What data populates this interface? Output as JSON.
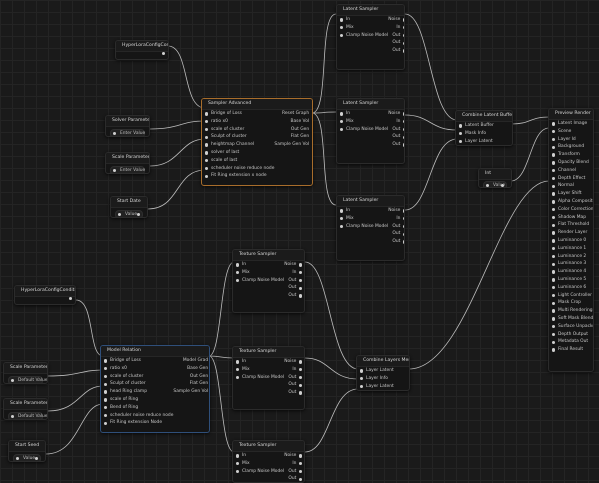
{
  "nodes": {
    "hyperlora_top": {
      "title": "HyperLoraConfigCondition"
    },
    "solver_top": {
      "title": "Solver Parameter",
      "widget": "Enter Value"
    },
    "scale_top": {
      "title": "Scale Parameter",
      "widget": "Enter Value"
    },
    "start_top": {
      "title": "Start Date",
      "widget": "Value"
    },
    "sampler_main": {
      "title": "Sampler Advanced",
      "inputs_left": [
        "Bridge of Loss",
        "ratio x0",
        "scale of cluster",
        "Sculpt of cluster",
        "heightmap Channel",
        "solver of last",
        "scale of last",
        "scheduler noise reduce node",
        "Fit Ring extension x node"
      ],
      "outputs_right": [
        "Reset Graph",
        "Base Vol",
        "Out Gen",
        "Flat Gen",
        "Sample Gen Vol"
      ]
    },
    "ks1": {
      "title": "Latent Sampler",
      "inputs": [
        "In",
        "Mix",
        "Clamp Noise Model"
      ],
      "outputs": [
        "Noise",
        "In",
        "Out",
        "Out",
        "Out"
      ]
    },
    "ks2": {
      "title": "Latent Sampler",
      "inputs": [
        "In",
        "Mix",
        "Clamp Noise Model"
      ],
      "outputs": [
        "Noise",
        "In",
        "Out",
        "Out",
        "Out"
      ]
    },
    "ks3": {
      "title": "Latent Sampler",
      "inputs": [
        "In",
        "Mix",
        "Clamp Noise Model"
      ],
      "outputs": [
        "Noise",
        "In",
        "Out",
        "Out",
        "Out"
      ]
    },
    "combine_top": {
      "title": "Combine Latent Buffer",
      "inputs": [
        "Latent Buffer",
        "Mask Info",
        "Layer Latent"
      ]
    },
    "value_node": {
      "title": "Int",
      "widget": "Value"
    },
    "preview": {
      "title": "Preview Render",
      "items": [
        "Latent Image",
        "Scene",
        "Layer Id",
        "Background",
        "Transform",
        "Opacity Blend",
        "Channel",
        "Depth Effect",
        "Normal",
        "Layer Shift",
        "Alpha Composite",
        "Color Correction",
        "Shadow Map",
        "Flat Threshold",
        "Render Layer",
        "Luminance 0",
        "Luminance 1",
        "Luminance 2",
        "Luminance 3",
        "Luminance 4",
        "Luminance 5",
        "Luminance 6",
        "Light Controller",
        "Mask Crop",
        "Multi Rendering",
        "Soft Mask Blend",
        "Surface Unpacked",
        "Depth Output",
        "Metadata Out",
        "Final Result"
      ]
    },
    "hyperlora_bottom": {
      "title": "HyperLoraConfigCondition"
    },
    "scale_b1": {
      "title": "Scale Parameter",
      "widget": "Default Value"
    },
    "scale_b2": {
      "title": "Scale Parameter",
      "widget": "Default Value"
    },
    "start_bottom": {
      "title": "Start Seed",
      "widget": "Value"
    },
    "model_bottom": {
      "title": "Model Relation",
      "inputs_left": [
        "Bridge of Loss",
        "ratio x0",
        "scale of cluster",
        "Sculpt of cluster",
        "head Ring clamp",
        "scale of Ring",
        "Bend of Ring",
        "scheduler noise reduce node",
        "Fit Ring extension Node"
      ],
      "outputs_right": [
        "Model Grad",
        "Base Gen",
        "Out Gen",
        "Flat Gen",
        "Sample Gen Vol"
      ]
    },
    "ts1": {
      "title": "Texture Sampler",
      "inputs": [
        "In",
        "Mix",
        "Clamp Noise Model"
      ],
      "outputs": [
        "Noise",
        "In",
        "Out",
        "Out",
        "Out"
      ]
    },
    "ts2": {
      "title": "Texture Sampler",
      "inputs": [
        "In",
        "Mix",
        "Clamp Noise Model"
      ],
      "outputs": [
        "Noise",
        "In",
        "Out",
        "Out",
        "Out"
      ]
    },
    "ts3": {
      "title": "Texture Sampler",
      "inputs": [
        "In",
        "Mix",
        "Clamp Noise Model"
      ],
      "outputs": [
        "Noise",
        "In",
        "Out",
        "Out",
        "Out"
      ]
    },
    "combine_bottom": {
      "title": "Combine Layers Merged",
      "inputs": [
        "Layer Latent",
        "Layer Info",
        "Layer Latent"
      ]
    }
  },
  "colors": {
    "wire": "#d9d9d9",
    "selected_border": "#a86d2b",
    "accent_border": "#2f4f7a"
  }
}
